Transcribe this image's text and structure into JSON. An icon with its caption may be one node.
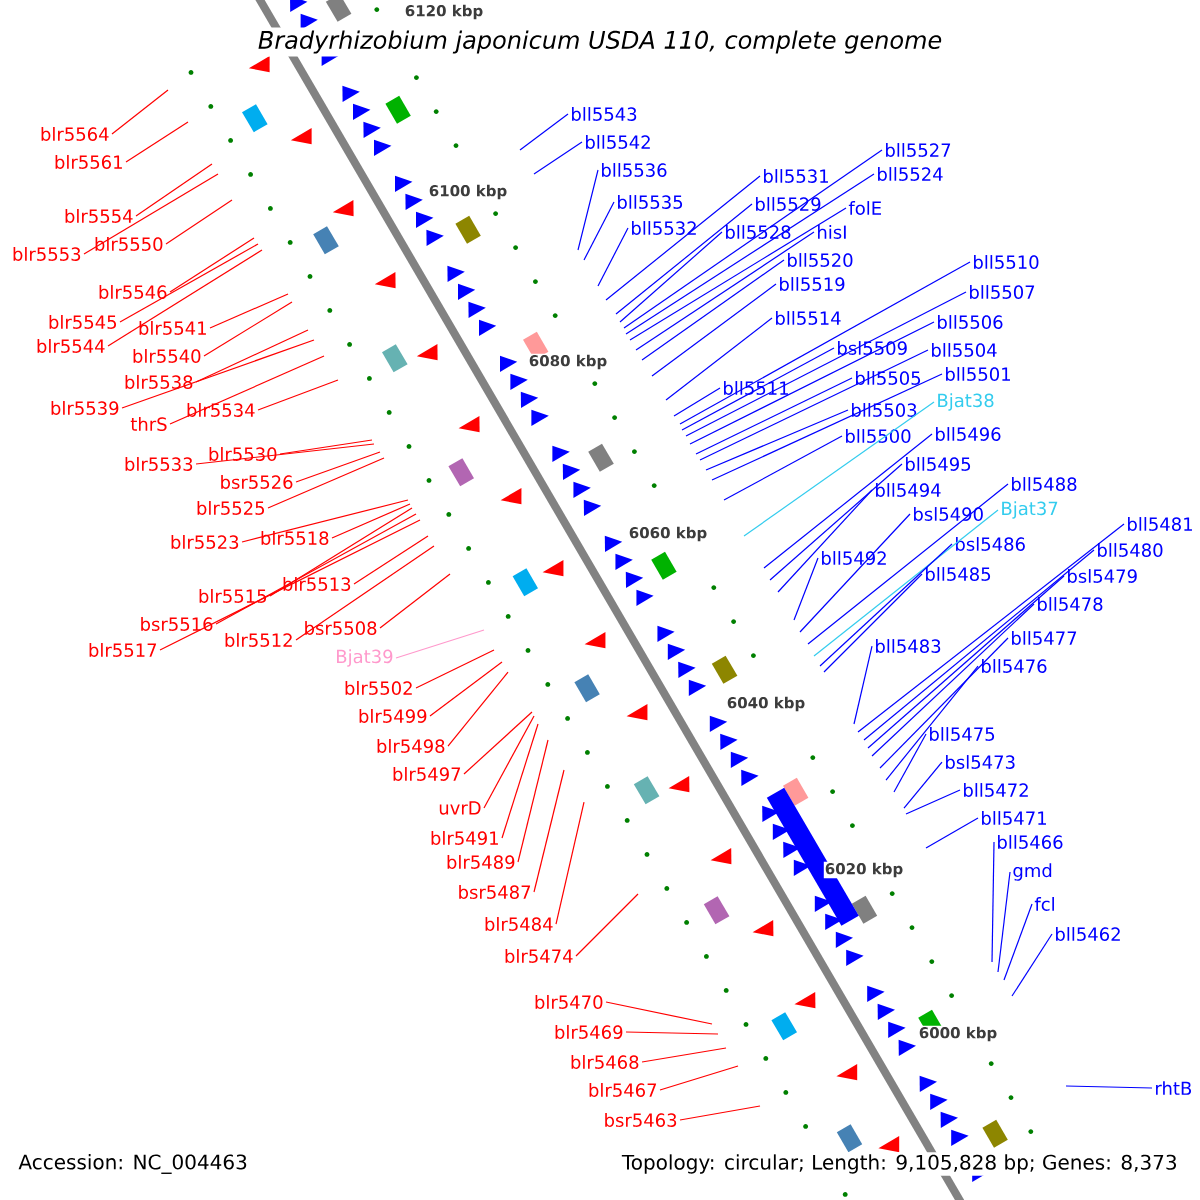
{
  "diagram": {
    "title": "Bradyrhizobium japonicum USDA 110, complete genome",
    "nodes": [
      {
        "text": [
          "blr5564"
        ]
      },
      {
        "text": [
          "blr5561"
        ]
      },
      {
        "text": [
          "blr5554"
        ]
      },
      {
        "text": [
          "blr5553"
        ]
      },
      {
        "text": [
          "blr5550"
        ]
      },
      {
        "text": [
          "blr5546"
        ]
      },
      {
        "text": [
          "blr5545"
        ]
      },
      {
        "text": [
          "blr5544"
        ]
      },
      {
        "text": [
          "blr5541"
        ]
      },
      {
        "text": [
          "blr5540"
        ]
      },
      {
        "text": [
          "blr5538"
        ]
      },
      {
        "text": [
          "blr5539"
        ]
      },
      {
        "text": [
          "thrS"
        ]
      },
      {
        "text": [
          "blr5534"
        ]
      },
      {
        "text": [
          "blr5533"
        ]
      },
      {
        "text": [
          "blr5530"
        ]
      },
      {
        "text": [
          "bsr5526"
        ]
      },
      {
        "text": [
          "blr5525"
        ]
      },
      {
        "text": [
          "blr5523"
        ]
      },
      {
        "text": [
          "blr5518"
        ]
      },
      {
        "text": [
          "blr5515"
        ]
      },
      {
        "text": [
          "blr5513"
        ]
      },
      {
        "text": [
          "bsr5516"
        ]
      },
      {
        "text": [
          "blr5517"
        ]
      },
      {
        "text": [
          "blr5512"
        ]
      },
      {
        "text": [
          "bsr5508"
        ]
      },
      {
        "text": [
          "Bjat39"
        ]
      },
      {
        "text": [
          "blr5502"
        ]
      },
      {
        "text": [
          "blr5499"
        ]
      },
      {
        "text": [
          "blr5498"
        ]
      },
      {
        "text": [
          "blr5497"
        ]
      },
      {
        "text": [
          "uvrD"
        ]
      },
      {
        "text": [
          "blr5491"
        ]
      },
      {
        "text": [
          "blr5489"
        ]
      },
      {
        "text": [
          "bsr5487"
        ]
      },
      {
        "text": [
          "blr5484"
        ]
      },
      {
        "text": [
          "blr5474"
        ]
      },
      {
        "text": [
          "blr5470"
        ]
      },
      {
        "text": [
          "blr5469"
        ]
      },
      {
        "text": [
          "blr5468"
        ]
      },
      {
        "text": [
          "blr5467"
        ]
      },
      {
        "text": [
          "bsr5463"
        ]
      },
      {
        "text": [
          "bll5543"
        ]
      },
      {
        "text": [
          "bll5542"
        ]
      },
      {
        "text": [
          "bll5536"
        ]
      },
      {
        "text": [
          "bll5535"
        ]
      },
      {
        "text": [
          "bll5532"
        ]
      },
      {
        "text": [
          "bll5531"
        ]
      },
      {
        "text": [
          "bll5529"
        ]
      },
      {
        "text": [
          "bll5528"
        ]
      },
      {
        "text": [
          "bll5527"
        ]
      },
      {
        "text": [
          "bll5524"
        ]
      },
      {
        "text": [
          "folE"
        ]
      },
      {
        "text": [
          "hisI"
        ]
      },
      {
        "text": [
          "bll5520"
        ]
      },
      {
        "text": [
          "bll5519"
        ]
      },
      {
        "text": [
          "bll5514"
        ]
      },
      {
        "text": [
          "bll5511"
        ]
      },
      {
        "text": [
          "bll5510"
        ]
      },
      {
        "text": [
          "bsl5509"
        ]
      },
      {
        "text": [
          "bll5507"
        ]
      },
      {
        "text": [
          "bll5506"
        ]
      },
      {
        "text": [
          "bll5505"
        ]
      },
      {
        "text": [
          "bll5504"
        ]
      },
      {
        "text": [
          "bll5503"
        ]
      },
      {
        "text": [
          "bll5501"
        ]
      },
      {
        "text": [
          "Bjat38"
        ]
      },
      {
        "text": [
          "bll5500"
        ]
      },
      {
        "text": [
          "bll5496"
        ]
      },
      {
        "text": [
          "bll5495"
        ]
      },
      {
        "text": [
          "bll5494"
        ]
      },
      {
        "text": [
          "bll5488"
        ]
      },
      {
        "text": [
          "bsl5490"
        ]
      },
      {
        "text": [
          "Bjat37"
        ]
      },
      {
        "text": [
          "bll5492"
        ]
      },
      {
        "text": [
          "bsl5486"
        ]
      },
      {
        "text": [
          "bll5485"
        ]
      },
      {
        "text": [
          "bll5481"
        ]
      },
      {
        "text": [
          "bll5480"
        ]
      },
      {
        "text": [
          "bsl5479"
        ]
      },
      {
        "text": [
          "bll5478"
        ]
      },
      {
        "text": [
          "bll5477"
        ]
      },
      {
        "text": [
          "bll5483"
        ]
      },
      {
        "text": [
          "bll5476"
        ]
      },
      {
        "text": [
          "bll5475"
        ]
      },
      {
        "text": [
          "bsl5473"
        ]
      },
      {
        "text": [
          "bll5472"
        ]
      },
      {
        "text": [
          "bll5471"
        ]
      },
      {
        "text": [
          "bll5466"
        ]
      },
      {
        "text": [
          "gmd"
        ]
      },
      {
        "text": [
          "fcl"
        ]
      },
      {
        "text": [
          "bll5462"
        ]
      },
      {
        "text": [
          "rhtB"
        ]
      }
    ],
    "edges": [
      {
        "from": 0,
        "to": null,
        "arrow": "none",
        "color": "#ff0000"
      },
      {
        "from": 1,
        "to": null,
        "arrow": "none",
        "color": "#ff0000"
      },
      {
        "from": 2,
        "to": null,
        "arrow": "none",
        "color": "#ff0000"
      },
      {
        "from": 3,
        "to": null,
        "arrow": "none",
        "color": "#ff0000"
      },
      {
        "from": 4,
        "to": null,
        "arrow": "none",
        "color": "#ff0000"
      },
      {
        "from": 5,
        "to": null,
        "arrow": "none",
        "color": "#ff0000"
      },
      {
        "from": 6,
        "to": null,
        "arrow": "none",
        "color": "#ff0000"
      },
      {
        "from": 7,
        "to": null,
        "arrow": "none",
        "color": "#ff0000"
      },
      {
        "from": 8,
        "to": null,
        "arrow": "none",
        "color": "#ff0000"
      },
      {
        "from": 9,
        "to": null,
        "arrow": "none",
        "color": "#ff0000"
      },
      {
        "from": 10,
        "to": null,
        "arrow": "none",
        "color": "#ff0000"
      },
      {
        "from": 11,
        "to": null,
        "arrow": "none",
        "color": "#ff0000"
      },
      {
        "from": 12,
        "to": null,
        "arrow": "none",
        "color": "#ff0000"
      },
      {
        "from": 13,
        "to": null,
        "arrow": "none",
        "color": "#ff0000"
      },
      {
        "from": 14,
        "to": null,
        "arrow": "none",
        "color": "#ff0000"
      },
      {
        "from": 15,
        "to": null,
        "arrow": "none",
        "color": "#ff0000"
      },
      {
        "from": 16,
        "to": null,
        "arrow": "none",
        "color": "#ff0000"
      },
      {
        "from": 17,
        "to": null,
        "arrow": "none",
        "color": "#ff0000"
      },
      {
        "from": 18,
        "to": null,
        "arrow": "none",
        "color": "#ff0000"
      },
      {
        "from": 19,
        "to": null,
        "arrow": "none",
        "color": "#ff0000"
      },
      {
        "from": 20,
        "to": null,
        "arrow": "none",
        "color": "#ff0000"
      },
      {
        "from": 21,
        "to": null,
        "arrow": "none",
        "color": "#ff0000"
      },
      {
        "from": 22,
        "to": null,
        "arrow": "none",
        "color": "#ff0000"
      },
      {
        "from": 23,
        "to": null,
        "arrow": "none",
        "color": "#ff0000"
      },
      {
        "from": 24,
        "to": null,
        "arrow": "none",
        "color": "#ff0000"
      },
      {
        "from": 25,
        "to": null,
        "arrow": "none",
        "color": "#ff0000"
      },
      {
        "from": 26,
        "to": null,
        "arrow": "none",
        "color": "#ff99cc"
      },
      {
        "from": 27,
        "to": null,
        "arrow": "none",
        "color": "#ff0000"
      },
      {
        "from": 28,
        "to": null,
        "arrow": "none",
        "color": "#ff0000"
      },
      {
        "from": 29,
        "to": null,
        "arrow": "none",
        "color": "#ff0000"
      },
      {
        "from": 30,
        "to": null,
        "arrow": "none",
        "color": "#ff0000"
      },
      {
        "from": 31,
        "to": null,
        "arrow": "none",
        "color": "#ff0000"
      },
      {
        "from": 32,
        "to": null,
        "arrow": "none",
        "color": "#ff0000"
      },
      {
        "from": 33,
        "to": null,
        "arrow": "none",
        "color": "#ff0000"
      },
      {
        "from": 34,
        "to": null,
        "arrow": "none",
        "color": "#ff0000"
      },
      {
        "from": 35,
        "to": null,
        "arrow": "none",
        "color": "#ff0000"
      },
      {
        "from": 36,
        "to": null,
        "arrow": "none",
        "color": "#ff0000"
      },
      {
        "from": 37,
        "to": null,
        "arrow": "none",
        "color": "#ff0000"
      },
      {
        "from": 38,
        "to": null,
        "arrow": "none",
        "color": "#ff0000"
      },
      {
        "from": 39,
        "to": null,
        "arrow": "none",
        "color": "#ff0000"
      },
      {
        "from": 40,
        "to": null,
        "arrow": "none",
        "color": "#ff0000"
      },
      {
        "from": 41,
        "to": null,
        "arrow": "none",
        "color": "#ff0000"
      },
      {
        "from": 42,
        "to": null,
        "arrow": "none"
      },
      {
        "from": 43,
        "to": null,
        "arrow": "none"
      },
      {
        "from": 44,
        "to": null,
        "arrow": "none"
      },
      {
        "from": 45,
        "to": null,
        "arrow": "none"
      },
      {
        "from": 46,
        "to": null,
        "arrow": "none"
      },
      {
        "from": 47,
        "to": null,
        "arrow": "none"
      },
      {
        "from": 48,
        "to": null,
        "arrow": "none"
      },
      {
        "from": 49,
        "to": null,
        "arrow": "none"
      },
      {
        "from": 50,
        "to": null,
        "arrow": "none"
      },
      {
        "from": 51,
        "to": null,
        "arrow": "none"
      },
      {
        "from": 52,
        "to": null,
        "arrow": "none"
      },
      {
        "from": 53,
        "to": null,
        "arrow": "none"
      },
      {
        "from": 54,
        "to": null,
        "arrow": "none"
      },
      {
        "from": 55,
        "to": null,
        "arrow": "none"
      },
      {
        "from": 56,
        "to": null,
        "arrow": "none"
      },
      {
        "from": 57,
        "to": null,
        "arrow": "none"
      },
      {
        "from": 58,
        "to": null,
        "arrow": "none"
      },
      {
        "from": 59,
        "to": null,
        "arrow": "none"
      },
      {
        "from": 60,
        "to": null,
        "arrow": "none"
      },
      {
        "from": 61,
        "to": null,
        "arrow": "none"
      },
      {
        "from": 62,
        "to": null,
        "arrow": "none"
      },
      {
        "from": 63,
        "to": null,
        "arrow": "none"
      },
      {
        "from": 64,
        "to": null,
        "arrow": "none"
      },
      {
        "from": 65,
        "to": null,
        "arrow": "none"
      },
      {
        "from": 66,
        "to": null,
        "arrow": "none",
        "color": "#33ccee"
      },
      {
        "from": 67,
        "to": null,
        "arrow": "none"
      },
      {
        "from": 68,
        "to": null,
        "arrow": "none"
      },
      {
        "from": 69,
        "to": null,
        "arrow": "none"
      },
      {
        "from": 70,
        "to": null,
        "arrow": "none"
      },
      {
        "from": 71,
        "to": null,
        "arrow": "none"
      },
      {
        "from": 72,
        "to": null,
        "arrow": "none"
      },
      {
        "from": 73,
        "to": null,
        "arrow": "none",
        "color": "#33ccee"
      },
      {
        "from": 74,
        "to": null,
        "arrow": "none"
      },
      {
        "from": 75,
        "to": null,
        "arrow": "none"
      },
      {
        "from": 76,
        "to": null,
        "arrow": "none"
      },
      {
        "from": 77,
        "to": null,
        "arrow": "none"
      },
      {
        "from": 78,
        "to": null,
        "arrow": "none"
      },
      {
        "from": 79,
        "to": null,
        "arrow": "none"
      },
      {
        "from": 80,
        "to": null,
        "arrow": "none"
      },
      {
        "from": 81,
        "to": null,
        "arrow": "none"
      },
      {
        "from": 82,
        "to": null,
        "arrow": "none"
      },
      {
        "from": 83,
        "to": null,
        "arrow": "none"
      },
      {
        "from": 84,
        "to": null,
        "arrow": "none"
      },
      {
        "from": 85,
        "to": null,
        "arrow": "none"
      },
      {
        "from": 86,
        "to": null,
        "arrow": "none"
      },
      {
        "from": 87,
        "to": null,
        "arrow": "none"
      },
      {
        "from": 88,
        "to": null,
        "arrow": "none"
      },
      {
        "from": 89,
        "to": null,
        "arrow": "none"
      },
      {
        "from": 90,
        "to": null,
        "arrow": "none"
      },
      {
        "from": 91,
        "to": null,
        "arrow": "none"
      },
      {
        "from": 92,
        "to": null,
        "arrow": "none"
      }
    ],
    "labels": [
      "6120 kbp",
      "6100 kbp",
      "6080 kbp",
      "6060 kbp",
      "6040 kbp",
      "6020 kbp",
      "6000 kbp",
      "Accession: NC_004463",
      "Topology: circular; Length: 9,105,828 bp; Genes: 8,373"
    ]
  }
}
